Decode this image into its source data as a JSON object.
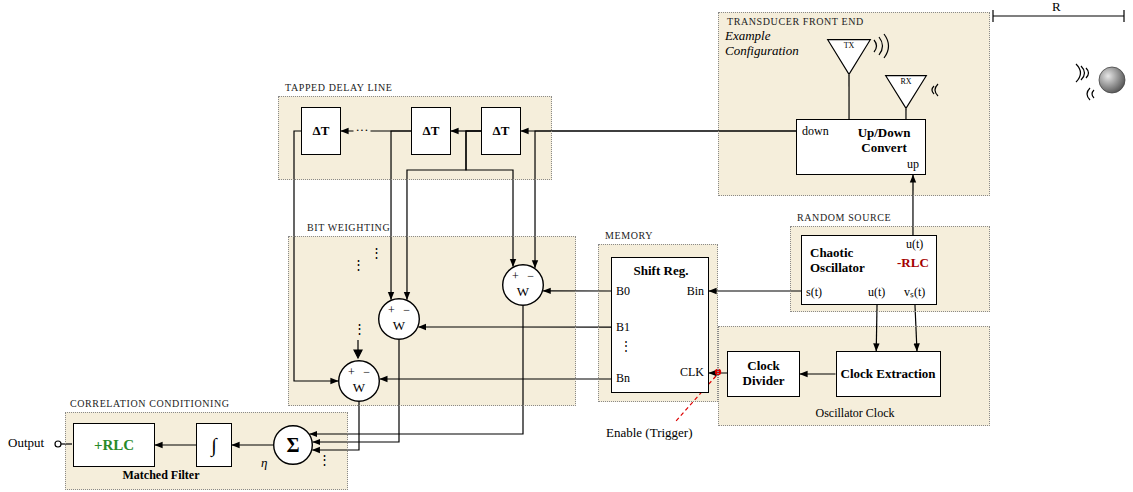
{
  "diagram": {
    "nodes": [
      {
        "text": [
          "TRANSDUCER FRONT END",
          "Example Configuration"
        ]
      },
      {
        "text": [
          "TX"
        ],
        "in": 0
      },
      {
        "text": [
          "RX"
        ],
        "in": 0
      },
      {
        "text": [
          "down",
          "Up/Down Convert",
          "up"
        ],
        "in": 0
      },
      {
        "text": [
          "TAPPED DELAY LINE"
        ]
      },
      {
        "text": [
          "ΔT"
        ],
        "in": 4
      },
      {
        "text": [
          "ΔT"
        ],
        "in": 4
      },
      {
        "text": [
          "ΔT"
        ],
        "in": 4
      },
      {
        "text": [
          "BIT WEIGHTING"
        ]
      },
      {
        "text": [
          "+",
          "−",
          "W"
        ],
        "in": 8
      },
      {
        "text": [
          "+",
          "−",
          "W"
        ],
        "in": 8
      },
      {
        "text": [
          "+",
          "−",
          "W"
        ],
        "in": 8
      },
      {
        "text": [
          "MEMORY"
        ]
      },
      {
        "text": [
          "Shift Reg.",
          "B0",
          "Bin",
          "B1",
          "⋮",
          "Bn",
          "CLK"
        ],
        "in": 12
      },
      {
        "text": [
          "RANDOM SOURCE"
        ]
      },
      {
        "text": [
          "Chaotic Oscillator",
          "u(t)",
          "-RLC",
          "s(t)",
          "u(t)",
          "vₛ(t)"
        ],
        "in": 14
      },
      {
        "text": [
          "Oscillator Clock"
        ]
      },
      {
        "text": [
          "Clock Divider"
        ],
        "in": 16
      },
      {
        "text": [
          "Clock Extraction"
        ],
        "in": 16
      },
      {
        "text": [
          "CORRELATION CONDITIONING",
          "Matched Filter"
        ]
      },
      {
        "text": [
          "Σ"
        ],
        "in": 19
      },
      {
        "text": [
          "∫"
        ],
        "in": 19
      },
      {
        "text": [
          "+RLC"
        ],
        "in": 19
      }
    ],
    "edges": [
      {
        "from": 3,
        "to": 7,
        "arrow": "to"
      },
      {
        "from": 3,
        "to": 9,
        "arrow": "to"
      },
      {
        "from": 7,
        "to": 6,
        "arrow": "to"
      },
      {
        "from": 7,
        "to": 9,
        "arrow": "to"
      },
      {
        "from": 7,
        "to": 10,
        "arrow": "to"
      },
      {
        "from": 6,
        "to": 5,
        "arrow": "to",
        "label": "···"
      },
      {
        "from": 6,
        "to": 10,
        "arrow": "to"
      },
      {
        "from": 5,
        "to": 11,
        "arrow": "to"
      },
      {
        "from": 13,
        "to": 9,
        "arrow": "to"
      },
      {
        "from": 13,
        "to": 10,
        "arrow": "to"
      },
      {
        "from": 13,
        "to": 11,
        "arrow": "to"
      },
      {
        "from": 9,
        "to": 20,
        "arrow": "to"
      },
      {
        "from": 10,
        "to": 20,
        "arrow": "to"
      },
      {
        "from": 11,
        "to": 20,
        "arrow": "to"
      },
      {
        "from": 20,
        "to": 21,
        "arrow": "to"
      },
      {
        "from": 21,
        "to": 22,
        "arrow": "to"
      },
      {
        "from": 15,
        "to": 13,
        "arrow": "to"
      },
      {
        "from": 15,
        "to": 3,
        "arrow": "to"
      },
      {
        "from": 15,
        "to": 18,
        "arrow": "to"
      },
      {
        "from": 15,
        "to": 18,
        "arrow": "to"
      },
      {
        "from": 18,
        "to": 17,
        "arrow": "to"
      },
      {
        "from": 17,
        "to": 13,
        "arrow": "to"
      },
      {
        "from": 1,
        "to": 3,
        "arrow": "none"
      },
      {
        "from": 2,
        "to": 3,
        "arrow": "none"
      }
    ],
    "labels": [
      "R",
      "⋮",
      "⋮",
      "⋮",
      "⋮",
      "Enable (Trigger)",
      "Output",
      "η"
    ]
  }
}
